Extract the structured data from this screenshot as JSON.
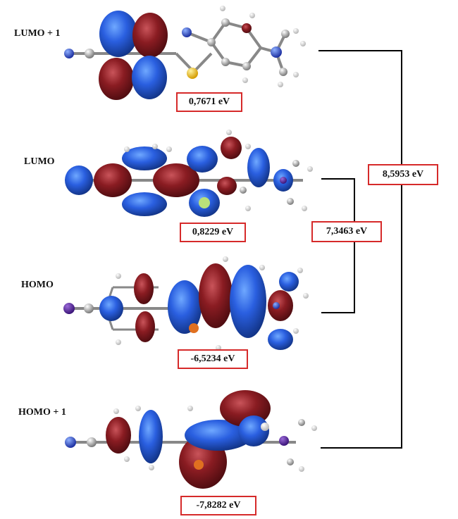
{
  "orbitals": [
    {
      "label": "LUMO + 1",
      "energy": "0,7671 eV"
    },
    {
      "label": "LUMO",
      "energy": "0,8229 eV"
    },
    {
      "label": "HOMO",
      "energy": "-6,5234 eV"
    },
    {
      "label": "HOMO + 1",
      "energy": "-7,8282 eV"
    }
  ],
  "gaps": [
    {
      "value": "7,3463 eV",
      "between": [
        "LUMO",
        "HOMO"
      ]
    },
    {
      "value": "8,5953 eV",
      "between": [
        "LUMO + 1",
        "HOMO + 1"
      ]
    }
  ],
  "colors": {
    "positive_lobe": "#1f4fd6",
    "negative_lobe": "#7a1418",
    "box_border": "#d62a2a",
    "bond_line": "#000000"
  }
}
